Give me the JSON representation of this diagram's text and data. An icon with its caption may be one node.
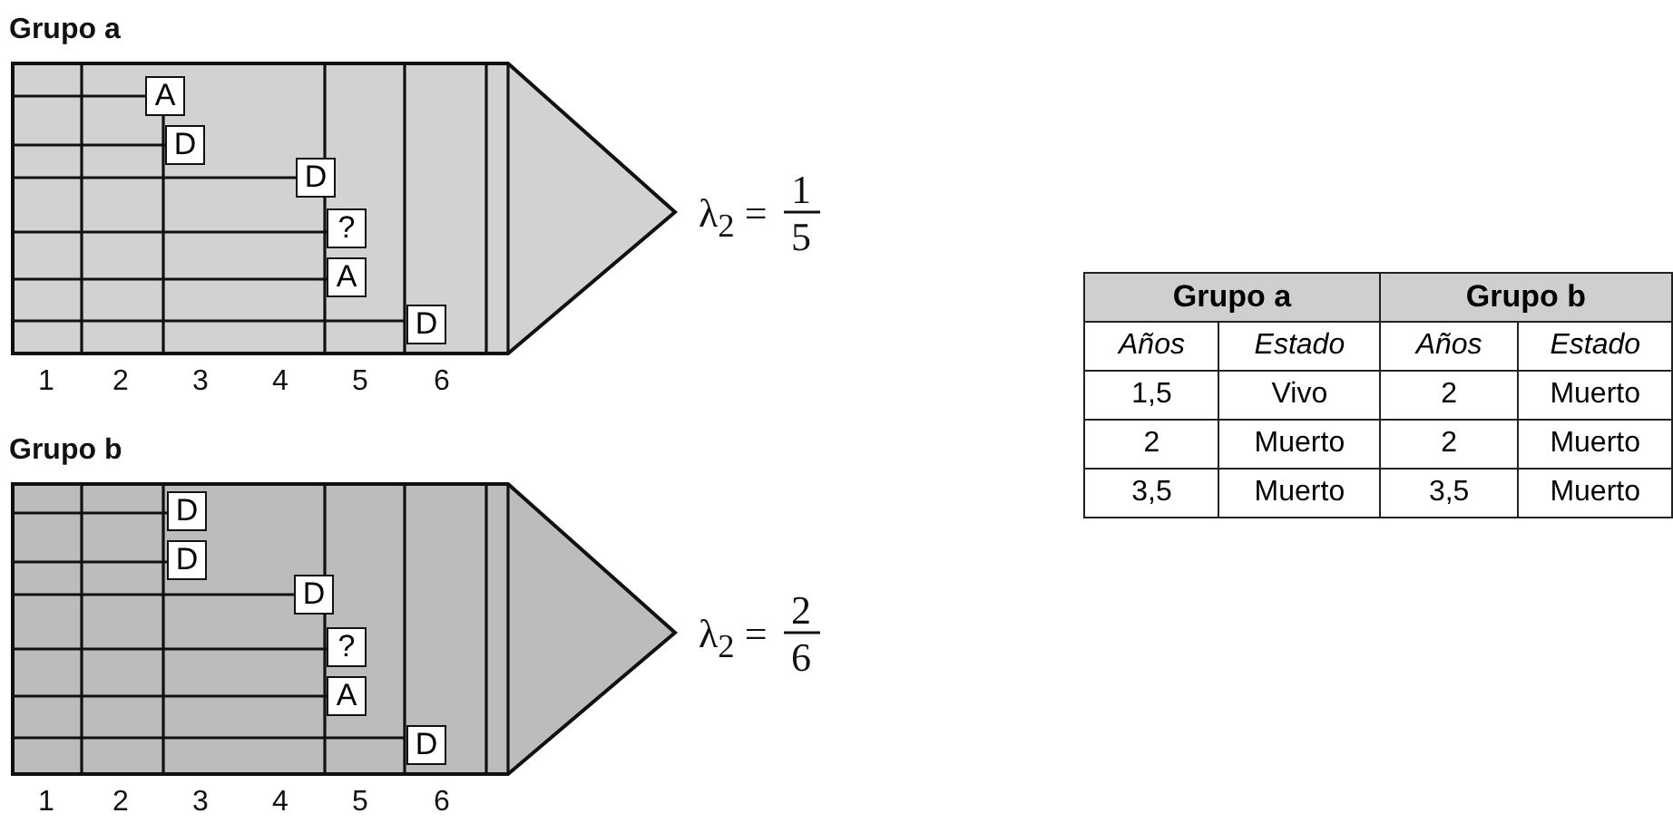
{
  "diagram": {
    "nodes": [
      {
        "text": [
          "A"
        ]
      },
      {
        "text": [
          "D"
        ]
      },
      {
        "text": [
          "D"
        ]
      },
      {
        "text": [
          "?"
        ]
      },
      {
        "text": [
          "A"
        ]
      },
      {
        "text": [
          "D"
        ]
      },
      {
        "text": [
          "D"
        ]
      },
      {
        "text": [
          "D"
        ]
      },
      {
        "text": [
          "D"
        ]
      },
      {
        "text": [
          "?"
        ]
      },
      {
        "text": [
          "A"
        ]
      },
      {
        "text": [
          "D"
        ]
      }
    ],
    "labels": [
      "Grupo a",
      "λ$_{2}$ =",
      "1",
      "5",
      "1",
      "2",
      "3",
      "4",
      "5",
      "6",
      "Grupo a",
      "Grupo b",
      "Años",
      "Estado",
      "Años",
      "Estado",
      "1,5",
      "Vivo",
      "2",
      "Muerto",
      "2",
      "Muerto",
      "2",
      "Muerto",
      "3,5",
      "Muerto",
      "3,5",
      "Muerto",
      "Grupo b",
      "λ$_{2}$ =",
      "2",
      "6",
      "1",
      "2",
      "3",
      "4",
      "5",
      "6"
    ]
  }
}
